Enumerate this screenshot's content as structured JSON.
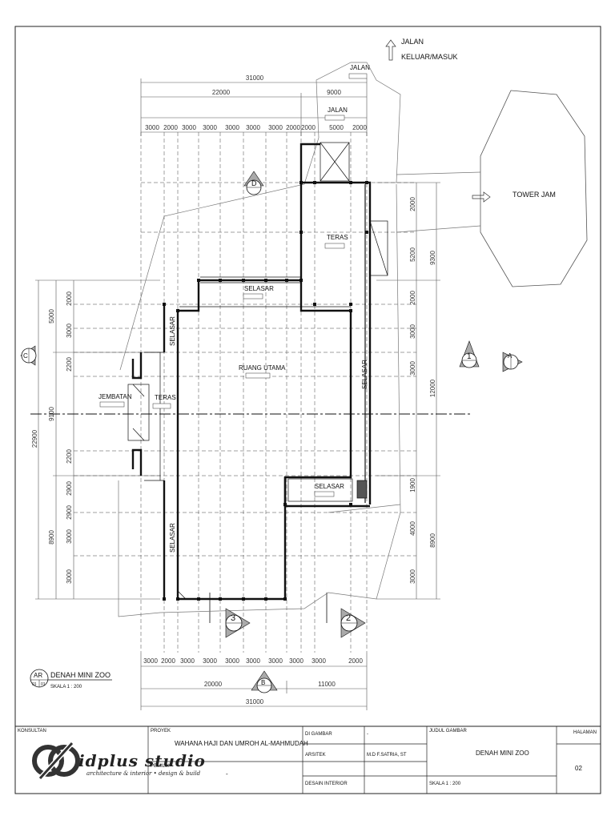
{
  "plan": {
    "top_dims": {
      "overall": "31000",
      "main": "22000",
      "right": "9000",
      "bays": [
        "3000",
        "2000",
        "3000",
        "3000",
        "3000",
        "3000",
        "3000",
        "2000",
        "2000",
        "5000",
        "2000"
      ]
    },
    "bottom_dims": {
      "overall": "31000",
      "main": "20000",
      "right": "11000",
      "bays": [
        "3000",
        "2000",
        "3000",
        "3000",
        "3000",
        "3000",
        "3000",
        "3000",
        "3000",
        "2000"
      ]
    },
    "left_dims": {
      "overall": "22900",
      "groups": [
        "5000",
        "9100",
        "8900"
      ],
      "bays": [
        "2000",
        "3000",
        "2200",
        "2200",
        "2900",
        "2900",
        "3000",
        "3000"
      ]
    },
    "right_dims": {
      "overall_top": "9300",
      "overall_mid": "12000",
      "overall_bot": "8900",
      "bays": [
        "2000",
        "5200",
        "2000",
        "3000",
        "3000",
        "1900",
        "4000",
        "3000"
      ]
    },
    "labels": {
      "jalan_keluar": "JALAN",
      "jalan_keluar2": "KELUAR/MASUK",
      "jalan1": "JALAN",
      "jalan2": "JALAN",
      "tower": "TOWER JAM",
      "teras_top": "TERAS",
      "selasar_top": "SELASAR",
      "selasar_left_top": "SELASAR",
      "selasar_right": "SELASAR",
      "ruang_utama": "RUANG UTAMA",
      "jembatan": "JEMBATAN",
      "teras_left": "TERAS",
      "selasar_bottom_right": "SELASAR",
      "selasar_left_bottom": "SELASAR"
    },
    "sections": {
      "d": "D",
      "c": "C",
      "a": "A",
      "b": "B",
      "s1": "1",
      "s2": "2",
      "s3": "3",
      "ref": "AR",
      "ref_no": "00"
    },
    "legend": {
      "code": "AR",
      "num1": "01",
      "num2": "01",
      "title": "DENAH MINI ZOO",
      "scale": "SKALA 1 : 200"
    }
  },
  "title_block": {
    "konsultan_label": "KONSULTAN",
    "logo_main": "idplus studio",
    "logo_sub": "architecture & interior • design & build",
    "proyek_label": "PROYEK",
    "proyek_value": "WAHANA HAJI DAN UMROH AL-MAHMUDAH",
    "pemilik_label": "PEMILIK",
    "pemilik_value": "-",
    "di_gambar_label": "DI GAMBAR",
    "di_gambar_value": "-",
    "arsitek_label": "ARSITEK",
    "arsitek_value": "M.D F.SATRIA, ST",
    "desain_label": "DESAIN INTERIOR",
    "judul_label": "JUDUL GAMBAR",
    "judul_value": "DENAH MINI ZOO",
    "skala_value": "SKALA 1 : 200",
    "halaman_label": "HALAMAN",
    "halaman_value": "02"
  }
}
